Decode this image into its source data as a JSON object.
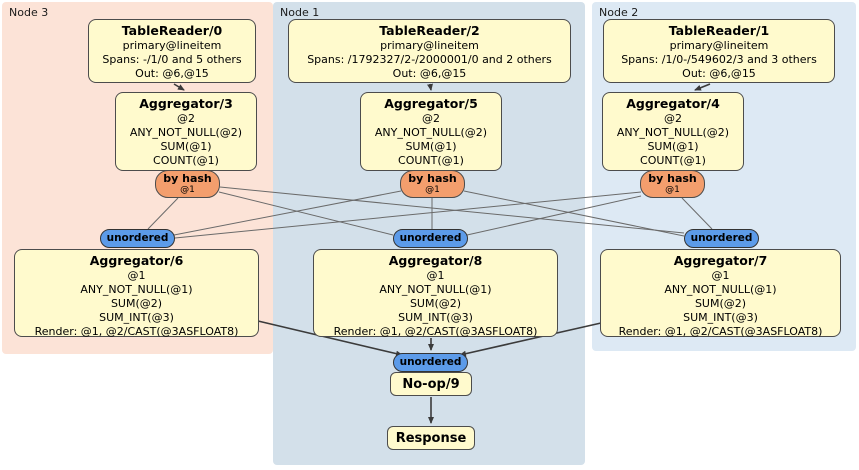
{
  "nodes": [
    {
      "label": "Node 3"
    },
    {
      "label": "Node 1"
    },
    {
      "label": "Node 2"
    }
  ],
  "processors": {
    "tr0": {
      "title": "TableReader/0",
      "lines": [
        "primary@lineitem",
        "Spans: -/1/0 and 5 others",
        "Out: @6,@15"
      ]
    },
    "tr2": {
      "title": "TableReader/2",
      "lines": [
        "primary@lineitem",
        "Spans: /1792327/2-/2000001/0 and 2 others",
        "Out: @6,@15"
      ]
    },
    "tr1": {
      "title": "TableReader/1",
      "lines": [
        "primary@lineitem",
        "Spans: /1/0-/549602/3 and 3 others",
        "Out: @6,@15"
      ]
    },
    "agg3": {
      "title": "Aggregator/3",
      "lines": [
        "@2",
        "ANY_NOT_NULL(@2)",
        "SUM(@1)",
        "COUNT(@1)"
      ]
    },
    "agg5": {
      "title": "Aggregator/5",
      "lines": [
        "@2",
        "ANY_NOT_NULL(@2)",
        "SUM(@1)",
        "COUNT(@1)"
      ]
    },
    "agg4": {
      "title": "Aggregator/4",
      "lines": [
        "@2",
        "ANY_NOT_NULL(@2)",
        "SUM(@1)",
        "COUNT(@1)"
      ]
    },
    "agg6": {
      "title": "Aggregator/6",
      "lines": [
        "@1",
        "ANY_NOT_NULL(@1)",
        "SUM(@2)",
        "SUM_INT(@3)",
        "Render: @1, @2/CAST(@3ASFLOAT8)"
      ]
    },
    "agg8": {
      "title": "Aggregator/8",
      "lines": [
        "@1",
        "ANY_NOT_NULL(@1)",
        "SUM(@2)",
        "SUM_INT(@3)",
        "Render: @1, @2/CAST(@3ASFLOAT8)"
      ]
    },
    "agg7": {
      "title": "Aggregator/7",
      "lines": [
        "@1",
        "ANY_NOT_NULL(@1)",
        "SUM(@2)",
        "SUM_INT(@3)",
        "Render: @1, @2/CAST(@3ASFLOAT8)"
      ]
    },
    "noop": {
      "title": "No-op/9"
    },
    "response": {
      "title": "Response"
    }
  },
  "router": {
    "label": "by hash",
    "detail": "@1"
  },
  "sync": {
    "label": "unordered"
  },
  "colors": {
    "node3_bg": "#fce3d7",
    "node1_bg": "#d3e0ea",
    "node2_bg": "#dde9f4",
    "box_bg": "#fffacd",
    "box_border": "#4c4c4c",
    "router_bg": "#f39e6d",
    "sync_bg": "#5c9be9",
    "edge_dark": "#3b3b3b",
    "edge_thin": "#6a6a6a"
  }
}
